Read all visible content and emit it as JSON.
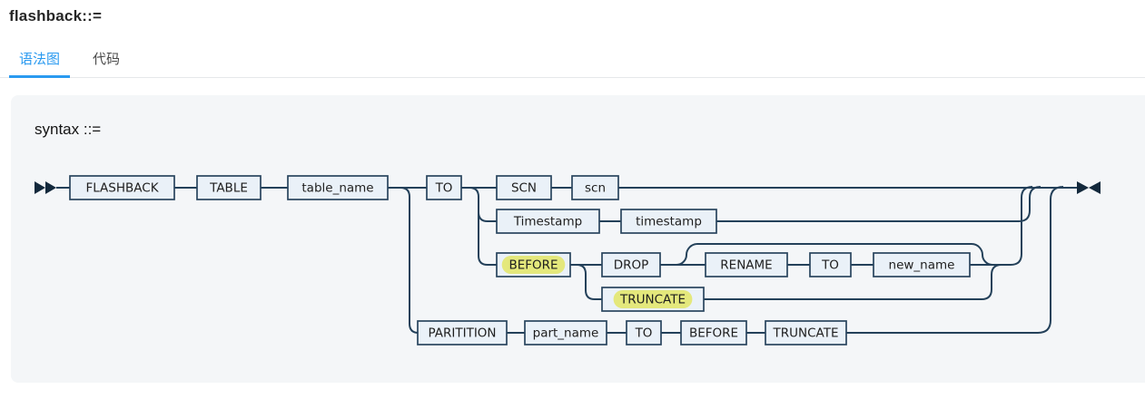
{
  "header": {
    "title": "flashback::="
  },
  "tabs": [
    {
      "label": "语法图",
      "active": true
    },
    {
      "label": "代码",
      "active": false
    }
  ],
  "panel": {
    "syntax_label": "syntax ::="
  },
  "diagram": {
    "nodes": [
      {
        "id": "flashback",
        "label": "FLASHBACK",
        "highlight": false
      },
      {
        "id": "table",
        "label": "TABLE",
        "highlight": false
      },
      {
        "id": "table_name",
        "label": "table_name",
        "highlight": false
      },
      {
        "id": "to1",
        "label": "TO",
        "highlight": false
      },
      {
        "id": "scn_kw",
        "label": "SCN",
        "highlight": false
      },
      {
        "id": "scn",
        "label": "scn",
        "highlight": false
      },
      {
        "id": "timestamp_kw",
        "label": "Timestamp",
        "highlight": false
      },
      {
        "id": "timestamp",
        "label": "timestamp",
        "highlight": false
      },
      {
        "id": "before1",
        "label": "BEFORE",
        "highlight": true
      },
      {
        "id": "drop",
        "label": "DROP",
        "highlight": false
      },
      {
        "id": "rename",
        "label": "RENAME",
        "highlight": false
      },
      {
        "id": "to2",
        "label": "TO",
        "highlight": false
      },
      {
        "id": "new_name",
        "label": "new_name",
        "highlight": false
      },
      {
        "id": "truncate1",
        "label": "TRUNCATE",
        "highlight": true
      },
      {
        "id": "partition",
        "label": "PARITITION",
        "highlight": false
      },
      {
        "id": "part_name",
        "label": "part_name",
        "highlight": false
      },
      {
        "id": "to3",
        "label": "TO",
        "highlight": false
      },
      {
        "id": "before2",
        "label": "BEFORE",
        "highlight": false
      },
      {
        "id": "truncate2",
        "label": "TRUNCATE",
        "highlight": false
      }
    ],
    "colors": {
      "accent": "#2a9af0",
      "box_fill": "#eaf1f8",
      "box_border": "#29455e",
      "line": "#24415a",
      "arrow": "#13293c",
      "highlight": "#e4e87c",
      "text": "#1e1e1e"
    }
  }
}
